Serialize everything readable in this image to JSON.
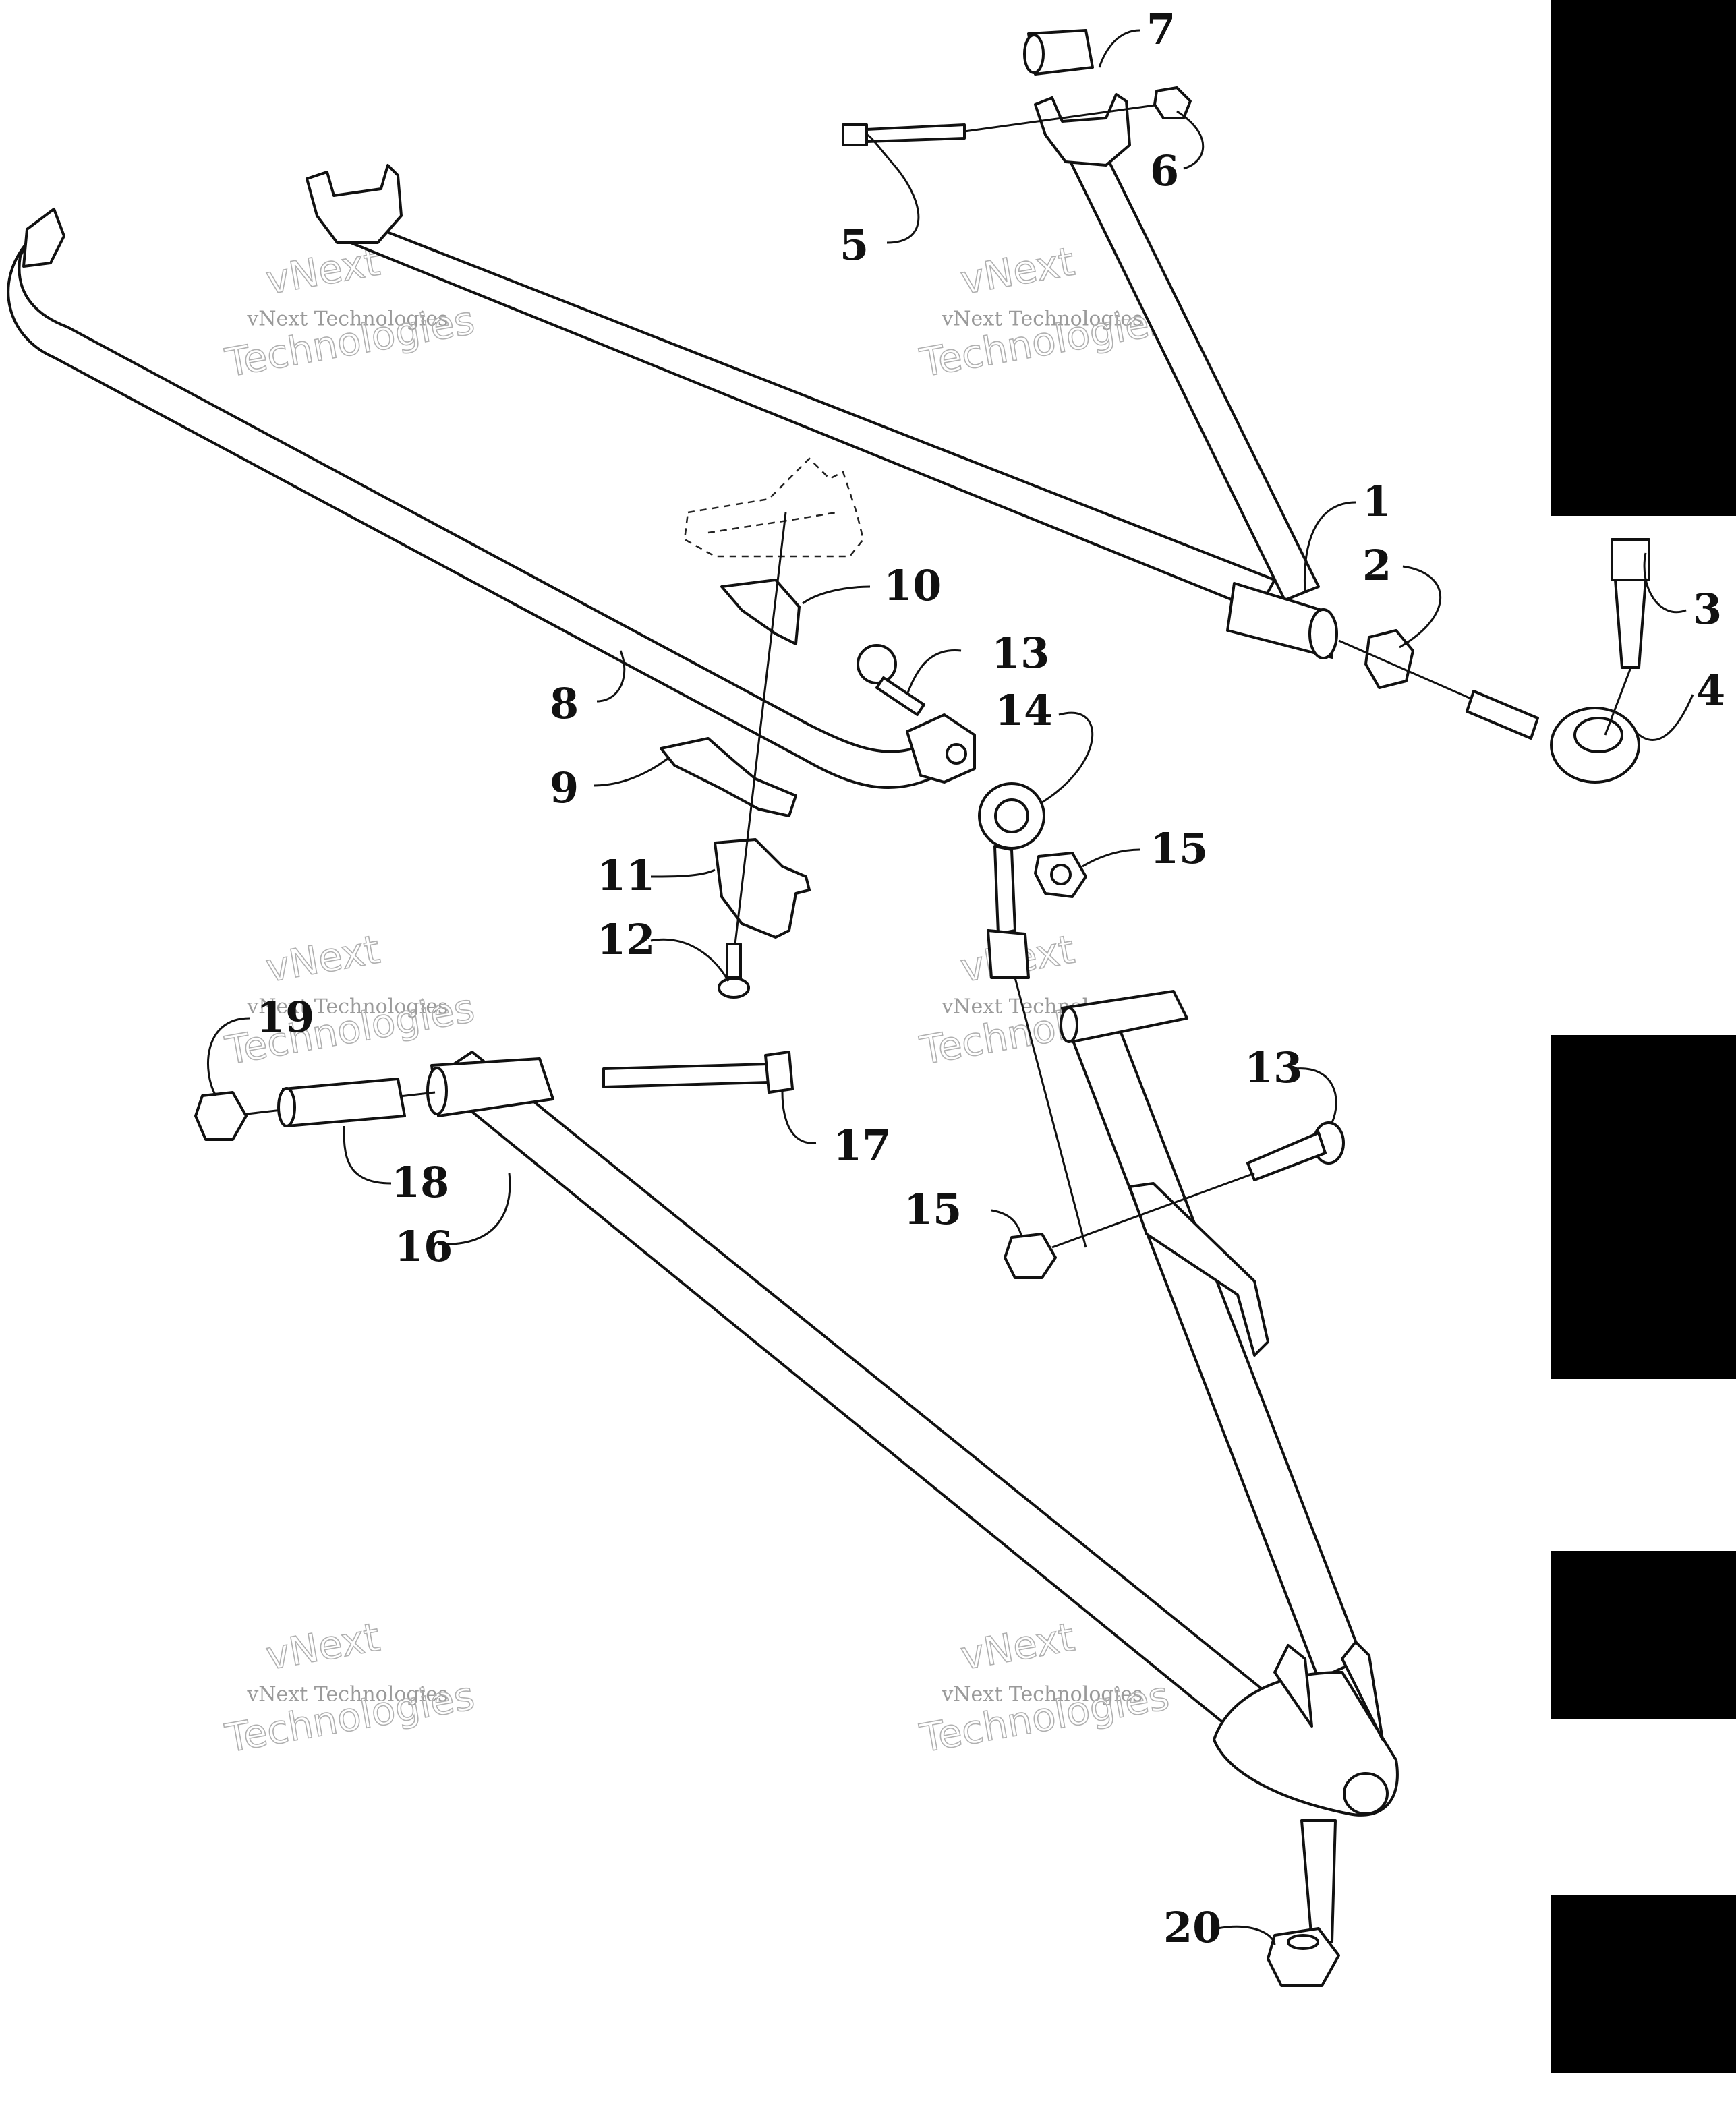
{
  "diagram": {
    "callouts": [
      {
        "id": "1",
        "label": "1"
      },
      {
        "id": "2",
        "label": "2"
      },
      {
        "id": "3",
        "label": "3"
      },
      {
        "id": "4",
        "label": "4"
      },
      {
        "id": "5",
        "label": "5"
      },
      {
        "id": "6",
        "label": "6"
      },
      {
        "id": "7",
        "label": "7"
      },
      {
        "id": "8",
        "label": "8"
      },
      {
        "id": "9",
        "label": "9"
      },
      {
        "id": "10",
        "label": "10"
      },
      {
        "id": "11",
        "label": "11"
      },
      {
        "id": "12",
        "label": "12"
      },
      {
        "id": "13a",
        "label": "13"
      },
      {
        "id": "13b",
        "label": "13"
      },
      {
        "id": "14",
        "label": "14"
      },
      {
        "id": "15a",
        "label": "15"
      },
      {
        "id": "15b",
        "label": "15"
      },
      {
        "id": "16",
        "label": "16"
      },
      {
        "id": "17",
        "label": "17"
      },
      {
        "id": "18",
        "label": "18"
      },
      {
        "id": "19",
        "label": "19"
      },
      {
        "id": "20",
        "label": "20"
      }
    ],
    "watermark": {
      "line1": "vNext",
      "line2": "vNext Technologies",
      "line3": "Technologies"
    }
  }
}
